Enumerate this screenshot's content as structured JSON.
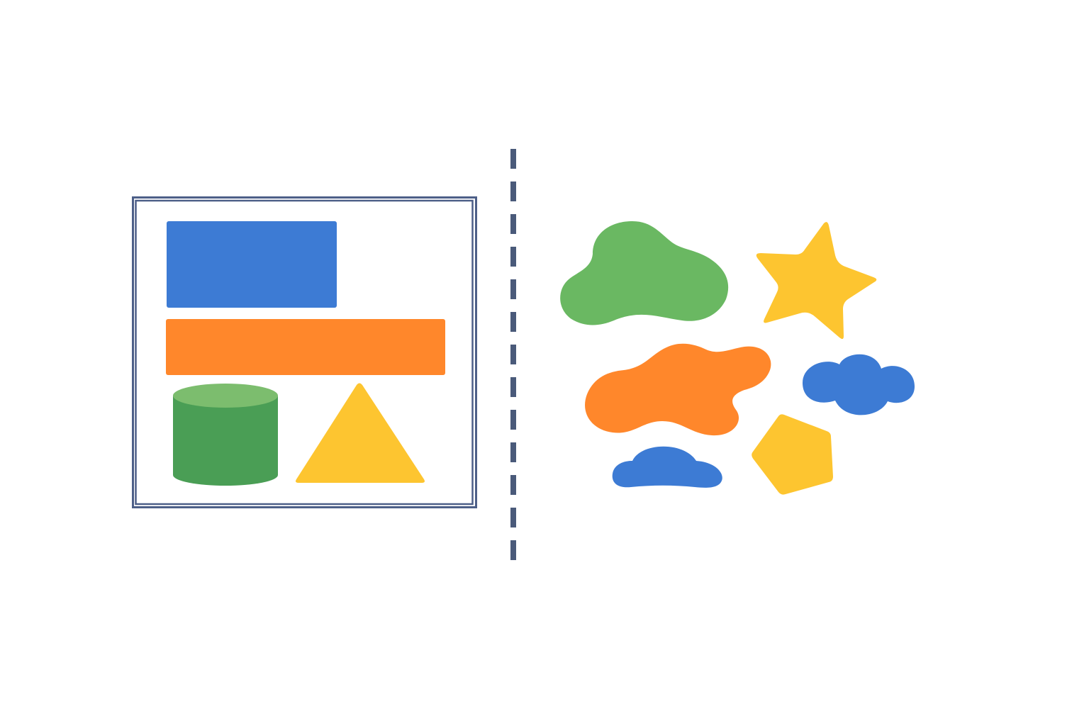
{
  "colors": {
    "frame": "#4d5f88",
    "divider": "#4a5a7a",
    "blue": "#3d7bd4",
    "orange": "#ff872b",
    "green_dark": "#4a9e55",
    "green_light": "#7cbd6e",
    "green_blob": "#6ab862",
    "yellow": "#fdc530"
  },
  "left_panel": {
    "shapes": [
      "blue-rectangle",
      "orange-rectangle",
      "green-cylinder",
      "yellow-triangle"
    ]
  },
  "right_panel": {
    "shapes": [
      "green-blob",
      "yellow-star",
      "orange-blob",
      "blue-cloud-large",
      "blue-cloud-small",
      "yellow-pentagon"
    ]
  }
}
